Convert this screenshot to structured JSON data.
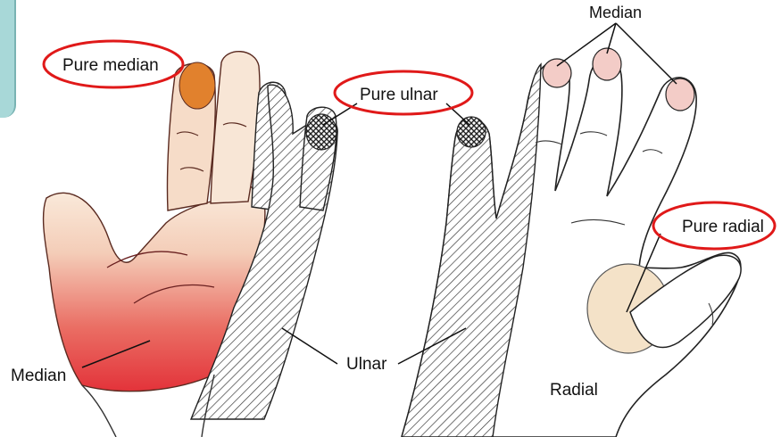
{
  "labels": {
    "pure_median": "Pure median",
    "pure_ulnar": "Pure ulnar",
    "median_top": "Median",
    "pure_radial": "Pure radial",
    "median_bottom": "Median",
    "ulnar": "Ulnar",
    "radial": "Radial"
  },
  "colors": {
    "median_red": "#e3333a",
    "pure_median_orange": "#e1812d",
    "median_tip_pink": "#f3ccc7",
    "radial_patch": "#f4e2c8",
    "highlight_ring": "#e01919",
    "hatch_line": "#3a3a3a",
    "slide_tab": "#a8d8d8"
  }
}
